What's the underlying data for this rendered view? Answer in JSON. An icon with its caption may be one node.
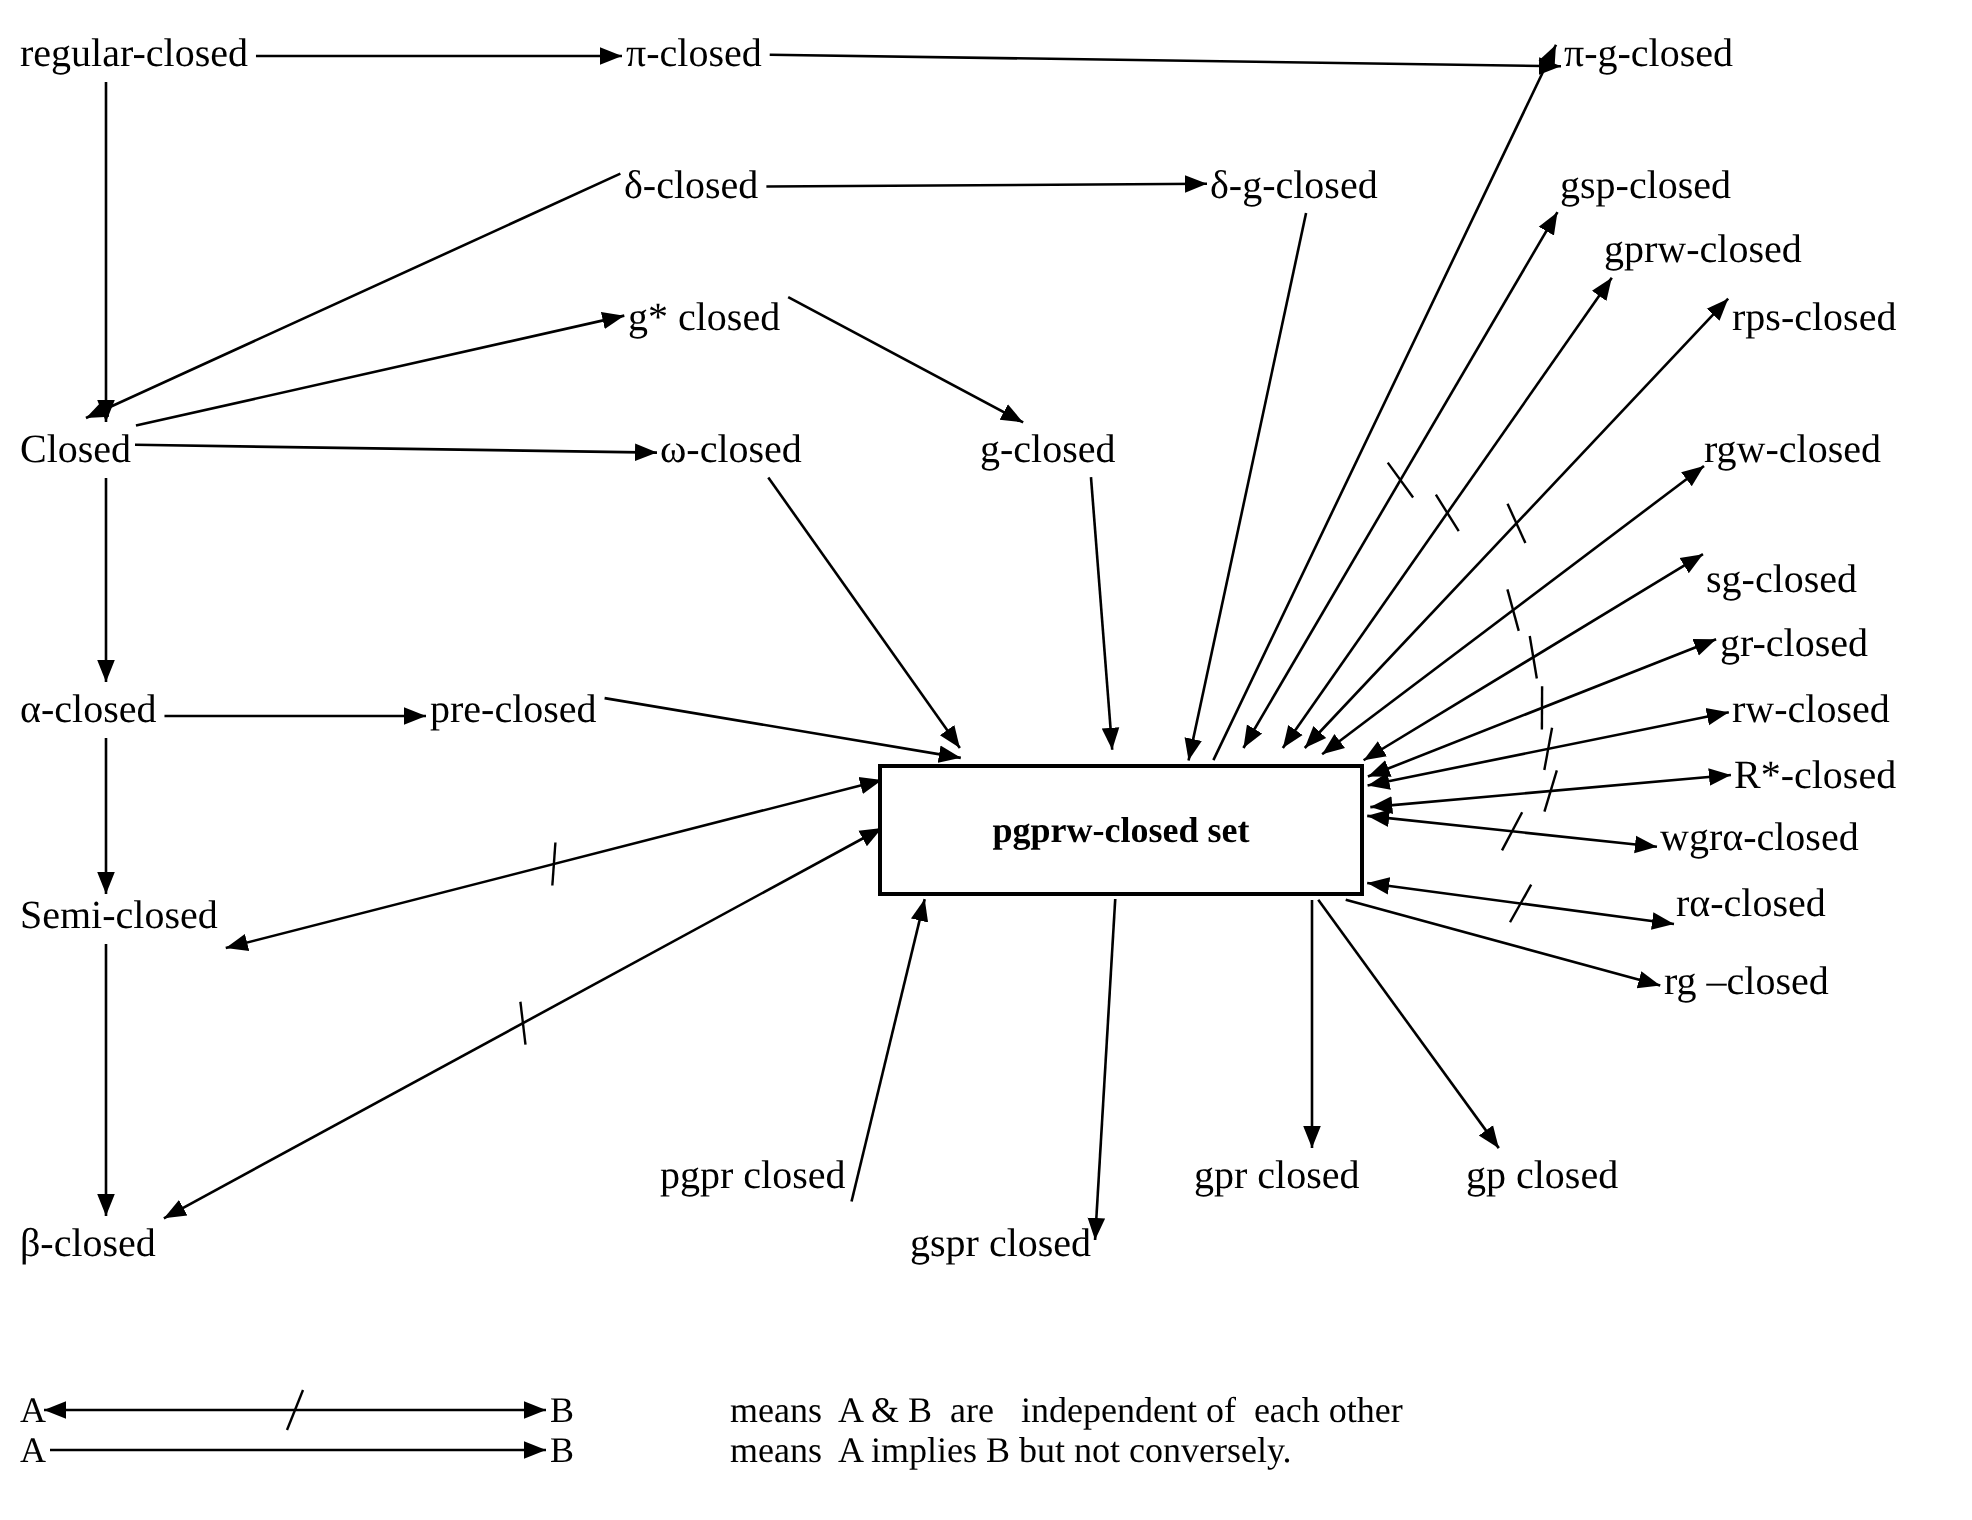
{
  "diagram": {
    "nodes": [
      {
        "text": [
          "regular-closed"
        ]
      },
      {
        "text": [
          "π-closed"
        ]
      },
      {
        "text": [
          "π-g-closed"
        ]
      },
      {
        "text": [
          "δ-closed"
        ]
      },
      {
        "text": [
          "δ-g-closed"
        ]
      },
      {
        "text": [
          "gsp-closed"
        ]
      },
      {
        "text": [
          "gprw-closed"
        ]
      },
      {
        "text": [
          "g* closed"
        ]
      },
      {
        "text": [
          "rps-closed"
        ]
      },
      {
        "text": [
          "Closed"
        ]
      },
      {
        "text": [
          "ω-closed"
        ]
      },
      {
        "text": [
          "g-closed"
        ]
      },
      {
        "text": [
          "rgw-closed"
        ]
      },
      {
        "text": [
          "sg-closed"
        ]
      },
      {
        "text": [
          "gr-closed"
        ]
      },
      {
        "text": [
          "α-closed"
        ]
      },
      {
        "text": [
          "pre-closed"
        ]
      },
      {
        "text": [
          "rw-closed"
        ]
      },
      {
        "text": [
          "pgprw-closed set"
        ]
      },
      {
        "text": [
          "R*-closed"
        ]
      },
      {
        "text": [
          "wgrα-closed"
        ]
      },
      {
        "text": [
          "Semi-closed"
        ]
      },
      {
        "text": [
          "rα-closed"
        ]
      },
      {
        "text": [
          "rg –closed"
        ]
      },
      {
        "text": [
          "pgpr closed"
        ]
      },
      {
        "text": [
          "gpr closed"
        ]
      },
      {
        "text": [
          "gp closed"
        ]
      },
      {
        "text": [
          "gspr closed"
        ]
      },
      {
        "text": [
          "β-closed"
        ]
      },
      {
        "text": [
          "A"
        ]
      },
      {
        "text": [
          "B"
        ]
      },
      {
        "text": [
          "A"
        ]
      },
      {
        "text": [
          "B"
        ]
      }
    ],
    "edges": [
      {
        "from": 0,
        "to": 1,
        "arrow": "to"
      },
      {
        "from": 1,
        "to": 2,
        "arrow": "to"
      },
      {
        "from": 0,
        "to": 9,
        "arrow": "to"
      },
      {
        "from": 3,
        "to": 9,
        "arrow": "to"
      },
      {
        "from": 3,
        "to": 4,
        "arrow": "to"
      },
      {
        "from": 9,
        "to": 7,
        "arrow": "to"
      },
      {
        "from": 9,
        "to": 10,
        "arrow": "to"
      },
      {
        "from": 7,
        "to": 11,
        "arrow": "to"
      },
      {
        "from": 9,
        "to": 15,
        "arrow": "to"
      },
      {
        "from": 15,
        "to": 16,
        "arrow": "to"
      },
      {
        "from": 15,
        "to": 21,
        "arrow": "to"
      },
      {
        "from": 21,
        "to": 28,
        "arrow": "to"
      },
      {
        "from": 10,
        "to": 18,
        "arrow": "to"
      },
      {
        "from": 11,
        "to": 18,
        "arrow": "to"
      },
      {
        "from": 4,
        "to": 18,
        "arrow": "to"
      },
      {
        "from": 18,
        "to": 2,
        "arrow": "to"
      },
      {
        "from": 18,
        "to": 5,
        "arrow": "both"
      },
      {
        "from": 18,
        "to": 6,
        "arrow": "both"
      },
      {
        "from": 18,
        "to": 8,
        "arrow": "both"
      },
      {
        "from": 18,
        "to": 12,
        "arrow": "both"
      },
      {
        "from": 18,
        "to": 13,
        "arrow": "both"
      },
      {
        "from": 18,
        "to": 14,
        "arrow": "both"
      },
      {
        "from": 18,
        "to": 17,
        "arrow": "both"
      },
      {
        "from": 18,
        "to": 19,
        "arrow": "both"
      },
      {
        "from": 18,
        "to": 20,
        "arrow": "both"
      },
      {
        "from": 18,
        "to": 22,
        "arrow": "both"
      },
      {
        "from": 18,
        "to": 23,
        "arrow": "to"
      },
      {
        "from": 16,
        "to": 18,
        "arrow": "to"
      },
      {
        "from": 18,
        "to": 21,
        "arrow": "both"
      },
      {
        "from": 18,
        "to": 28,
        "arrow": "both"
      },
      {
        "from": 24,
        "to": 18,
        "arrow": "to"
      },
      {
        "from": 18,
        "to": 27,
        "arrow": "to"
      },
      {
        "from": 18,
        "to": 25,
        "arrow": "to"
      },
      {
        "from": 18,
        "to": 26,
        "arrow": "to"
      },
      {
        "from": 29,
        "to": 30,
        "arrow": "both"
      },
      {
        "from": 31,
        "to": 32,
        "arrow": "to"
      }
    ],
    "labels": [
      "means  A & B  are   independent of  each other",
      "means  A implies B but not conversely."
    ]
  }
}
